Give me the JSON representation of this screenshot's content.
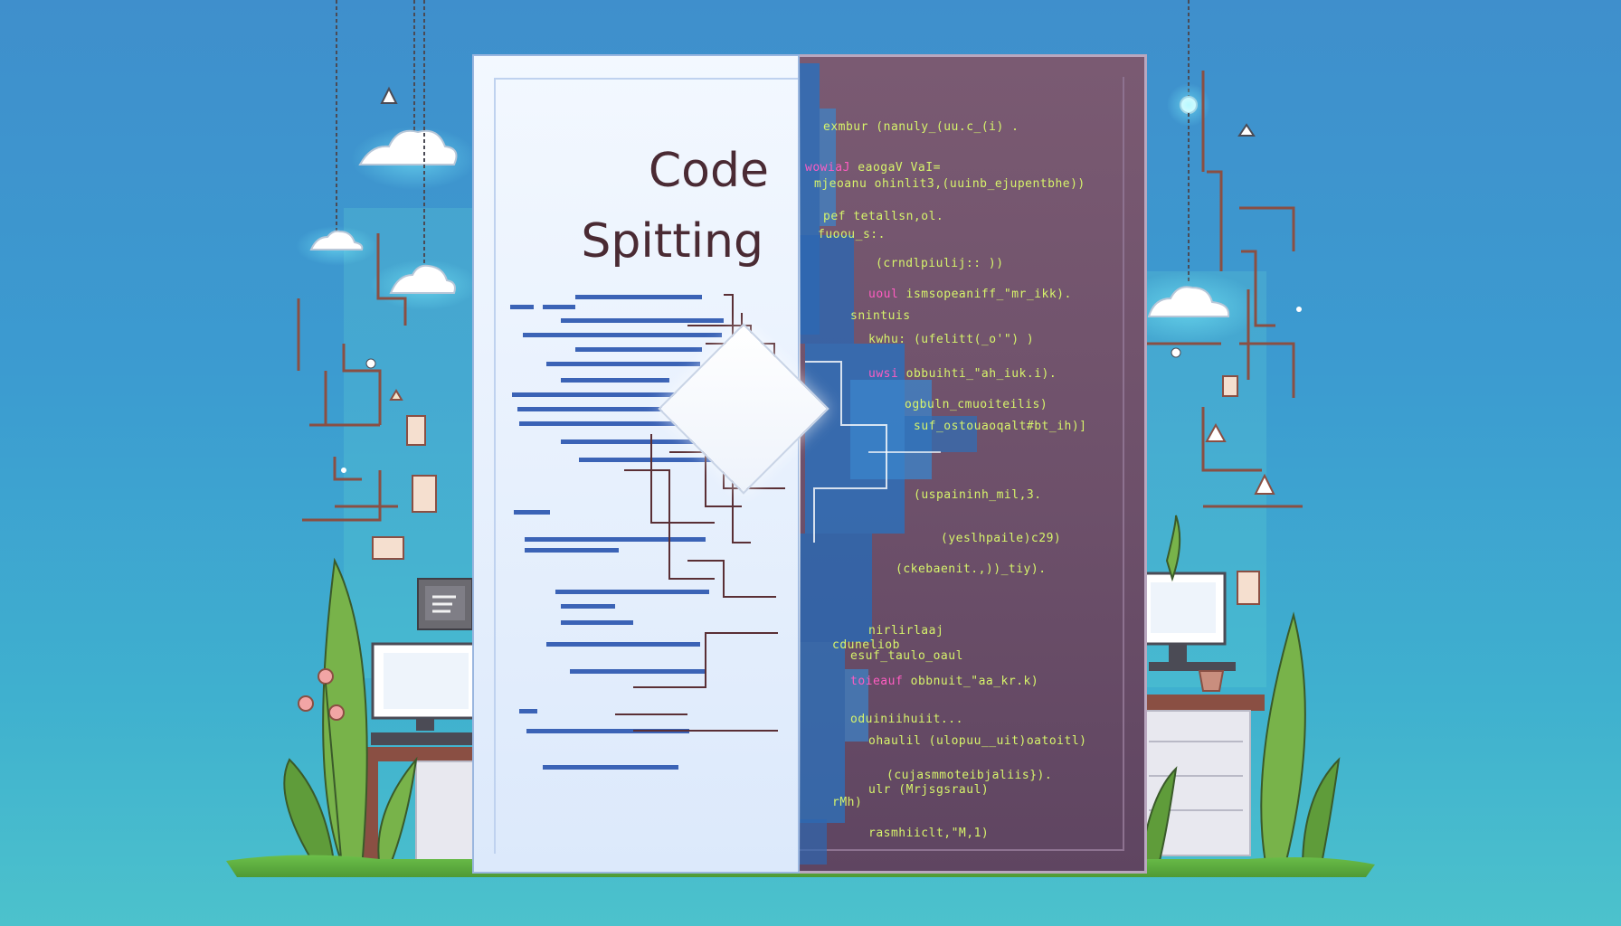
{
  "title": {
    "line1": "Code",
    "line2": "Spitting"
  },
  "colors": {
    "background_top": "#3f8fcc",
    "background_bottom": "#4cc2cc",
    "panel_light": "#eaf2fd",
    "panel_dark": "#6d506a",
    "title_text": "#4a2a33",
    "code_text": "#f4f0d6",
    "code_keyword": "#ff5cc2",
    "code_function": "#d6f36b",
    "circuit_lines": "#8a4f43",
    "blue_bars": "#3b63b6"
  },
  "code_lines": [
    {
      "a": "",
      "b": "exmbur (nanuly_(uu.c_(i) ."
    },
    {
      "a": "wowiaJ ",
      "b": "eaogaV VaI="
    },
    {
      "a": "",
      "b": "mjeoanu ohinlit3,(uuinb_ejupentbhe))"
    },
    {
      "a": "",
      "b": "pef tetallsn,ol."
    },
    {
      "a": "",
      "b": "fuoou_s:."
    },
    {
      "a": "",
      "b": "(crndlpiulij:: ))"
    },
    {
      "a": "uoul ",
      "b": "ismsopeaniff_\"mr_ikk)."
    },
    {
      "a": "",
      "b": "snintuis"
    },
    {
      "a": "",
      "b": "kwhu: (ufelitt(_o'\") )"
    },
    {
      "a": "uwsi ",
      "b": "obbuihti_\"ah_iuk.i)."
    },
    {
      "a": "",
      "b": "ogbuln_cmuoiteilis)"
    },
    {
      "a": "",
      "b": "suf_ostouaoqalt#bt_ih)]"
    },
    {
      "a": "",
      "b": "(uspaininh_mil,3."
    },
    {
      "a": "",
      "b": "(yeslhpaile)c29)"
    },
    {
      "a": "",
      "b": "(ckebaenit.,))_tiy)."
    },
    {
      "a": "",
      "b": "nirlirlaaj"
    },
    {
      "a": "",
      "b": "cduneliob"
    },
    {
      "a": "",
      "b": "esuf_taulo_oaul"
    },
    {
      "a": "toieauf ",
      "b": "obbnuit_\"aa_kr.k)"
    },
    {
      "a": "",
      "b": "oduiniihuiit..."
    },
    {
      "a": "",
      "b": "ohaulil (ulopuu__uit)oatoitl)"
    },
    {
      "a": "",
      "b": "(cujasmmoteibjaliis})."
    },
    {
      "a": "",
      "b": "ulr (Mrjsgsraul)"
    },
    {
      "a": "",
      "b": "rMh)"
    },
    {
      "a": "",
      "b": "rasmhiiclt,\"M,1)"
    }
  ]
}
